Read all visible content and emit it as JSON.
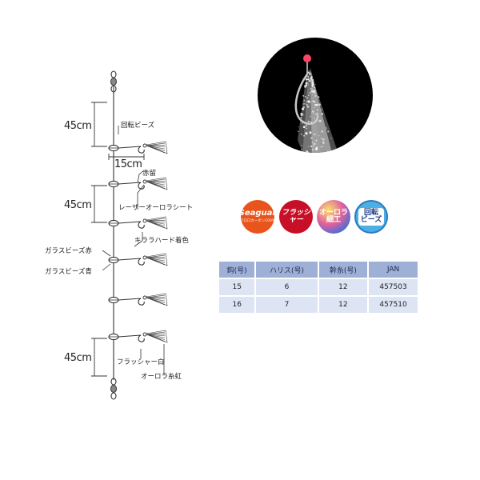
{
  "diagram": {
    "dim_top": "45cm",
    "dim_mid": "45cm",
    "dim_bottom": "45cm",
    "dim_branch": "15cm",
    "labels": {
      "swivel_beads": "回転ビーズ",
      "red_stop": "赤留",
      "laser_aurora_sheet": "レーザーオーロラシート",
      "kirara_hard": "キララハード着色",
      "glass_beads_red": "ガラスビーズ赤",
      "glass_beads_blue": "ガラスビーズ青",
      "flasher_white": "フラッシャー白",
      "aurora_thread": "オーロラ糸虹"
    }
  },
  "badges": {
    "seaguar_title": "Seaguar",
    "seaguar_sub": "フロロカーボン100%",
    "flasher": "フラッシャー",
    "aurora_top": "オーロラ",
    "aurora_bottom": "細工",
    "swivel_top": "回転",
    "swivel_bottom": "ビーズ"
  },
  "spec_table": {
    "headers": [
      "鈎(号)",
      "ハリス(号)",
      "幹糸(号)",
      "JAN"
    ],
    "rows": [
      [
        "15",
        "6",
        "12",
        "457503"
      ],
      [
        "16",
        "7",
        "12",
        "457510"
      ]
    ]
  },
  "colors": {
    "table_header": "#9fb0d6",
    "table_cell": "#dde4f3",
    "photo_bg": "#000000"
  }
}
